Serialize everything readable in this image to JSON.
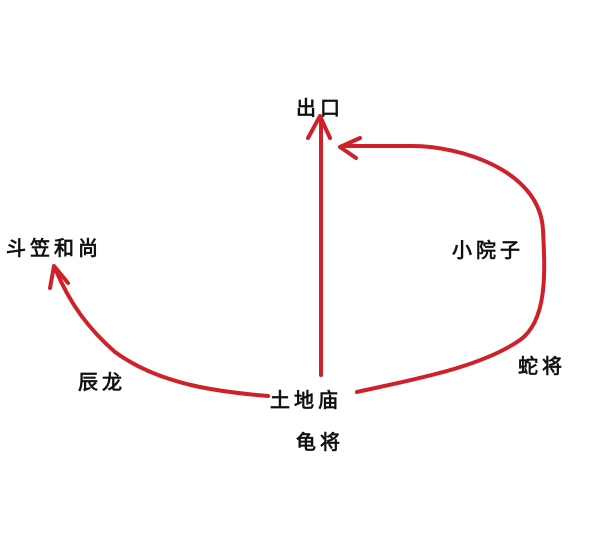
{
  "diagram": {
    "type": "route-map",
    "line_color": "#d0202a",
    "nodes": {
      "exit": "出口",
      "doulihe": "斗笠和尚",
      "courtyard": "小院子",
      "temple": "土地庙"
    },
    "edges": {
      "temple_to_doulihe": "辰龙",
      "temple_to_courtyard": "蛇将",
      "temple_below": "龟将"
    },
    "connections": [
      {
        "from": "土地庙",
        "to": "出口",
        "label": ""
      },
      {
        "from": "土地庙",
        "to": "斗笠和尚",
        "label": "辰龙"
      },
      {
        "from": "土地庙",
        "to": "出口",
        "via": "小院子",
        "label": "蛇将"
      }
    ]
  }
}
